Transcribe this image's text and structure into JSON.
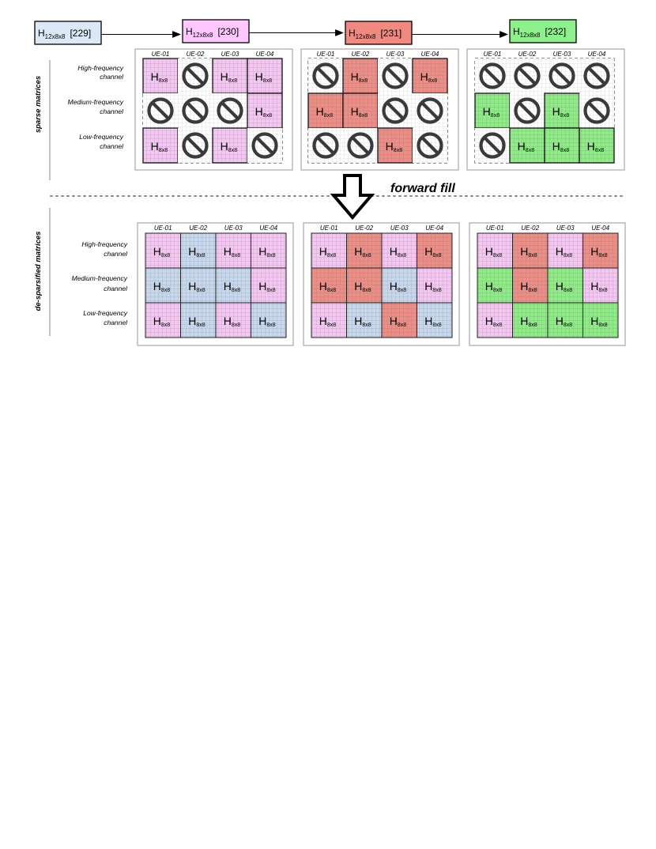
{
  "sequence": [
    {
      "label": "H",
      "sub": "12x8x8",
      "index": "[229]",
      "color": "#dbe8f5"
    },
    {
      "label": "H",
      "sub": "12x8x8",
      "index": "[230]",
      "color": "#ffc7ff"
    },
    {
      "label": "H",
      "sub": "12x8x8",
      "index": "[231]",
      "color": "#f08a80"
    },
    {
      "label": "H",
      "sub": "12x8x8",
      "index": "[232]",
      "color": "#8ef08a"
    }
  ],
  "ue_labels": [
    "UE-01",
    "UE-02",
    "UE-03",
    "UE-04"
  ],
  "row_labels": [
    [
      "High-frequency",
      "channel"
    ],
    [
      "Medium-frequency",
      "channel"
    ],
    [
      "Low-frequency",
      "channel"
    ]
  ],
  "section_labels": {
    "sparse": "sparse matrices",
    "desparsified": "de-sparsified matrices"
  },
  "forward_fill_label": "forward fill",
  "cell_text": {
    "main": "H",
    "sub": "8x8"
  },
  "colors": {
    "blue": "#c6d7ec",
    "pink": "#f4c6f2",
    "red": "#ec8e85",
    "green": "#8eeb86"
  },
  "sparse": [
    [
      [
        "pink",
        "none",
        "pink",
        "pink"
      ],
      [
        "none",
        "none",
        "none",
        "pink"
      ],
      [
        "pink",
        "none",
        "pink",
        "none"
      ]
    ],
    [
      [
        "none",
        "red",
        "none",
        "red"
      ],
      [
        "red",
        "red",
        "none",
        "none"
      ],
      [
        "none",
        "none",
        "red",
        "none"
      ]
    ],
    [
      [
        "none",
        "none",
        "none",
        "none"
      ],
      [
        "green",
        "none",
        "green",
        "none"
      ],
      [
        "none",
        "green",
        "green",
        "green"
      ]
    ]
  ],
  "filled": [
    [
      [
        "pink",
        "blue",
        "pink",
        "pink"
      ],
      [
        "blue",
        "blue",
        "blue",
        "pink"
      ],
      [
        "pink",
        "blue",
        "pink",
        "blue"
      ]
    ],
    [
      [
        "pink",
        "red",
        "pink",
        "red"
      ],
      [
        "red",
        "red",
        "blue",
        "pink"
      ],
      [
        "pink",
        "blue",
        "red",
        "blue"
      ]
    ],
    [
      [
        "pink",
        "red",
        "pink",
        "red"
      ],
      [
        "green",
        "red",
        "green",
        "pink"
      ],
      [
        "pink",
        "green",
        "green",
        "green"
      ]
    ]
  ]
}
